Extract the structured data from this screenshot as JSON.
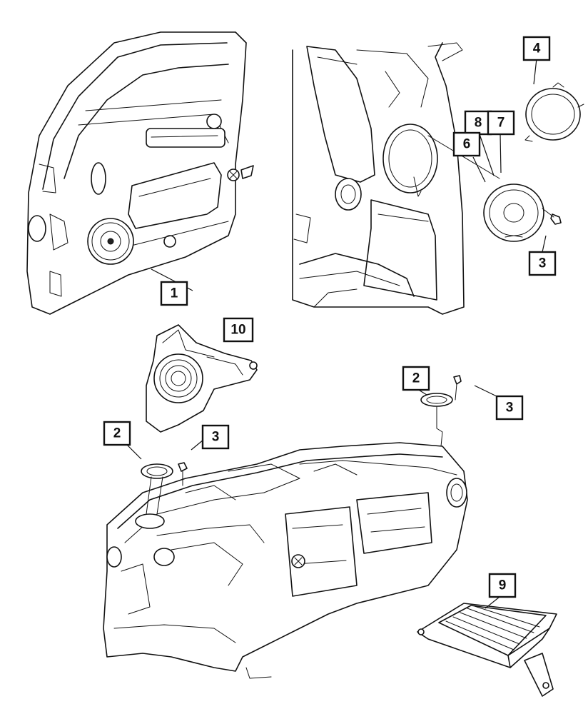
{
  "callouts": [
    {
      "id": "c1",
      "label": "1"
    },
    {
      "id": "c4",
      "label": "4"
    },
    {
      "id": "c8",
      "label": "8"
    },
    {
      "id": "c7",
      "label": "7"
    },
    {
      "id": "c6",
      "label": "6"
    },
    {
      "id": "c3a",
      "label": "3"
    },
    {
      "id": "c10",
      "label": "10"
    },
    {
      "id": "c2a",
      "label": "2"
    },
    {
      "id": "c3b",
      "label": "3"
    },
    {
      "id": "c2b",
      "label": "2"
    },
    {
      "id": "c3c",
      "label": "3"
    },
    {
      "id": "c9",
      "label": "9"
    }
  ]
}
